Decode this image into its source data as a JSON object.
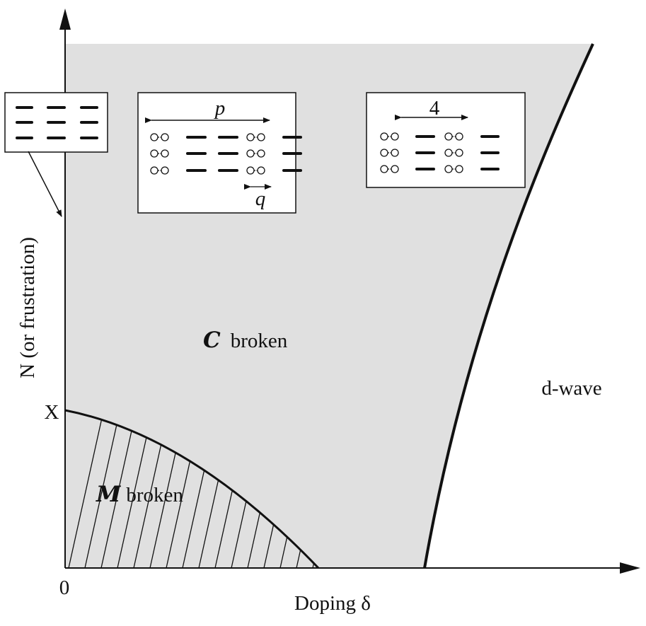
{
  "axes": {
    "x_label": "Doping δ",
    "y_label": "N  (or frustration)",
    "origin_label": "0",
    "x_tick_label": "X"
  },
  "regions": {
    "c_symbol": "C",
    "c_suffix": "broken",
    "m_symbol": "M",
    "m_suffix": "broken",
    "dwave": "d-wave"
  },
  "insets": {
    "dimer_period": "p",
    "hole_spacing": "q",
    "period_four": "4"
  },
  "colors": {
    "shaded_region": "#e0e0e0",
    "lines": "#111111"
  }
}
